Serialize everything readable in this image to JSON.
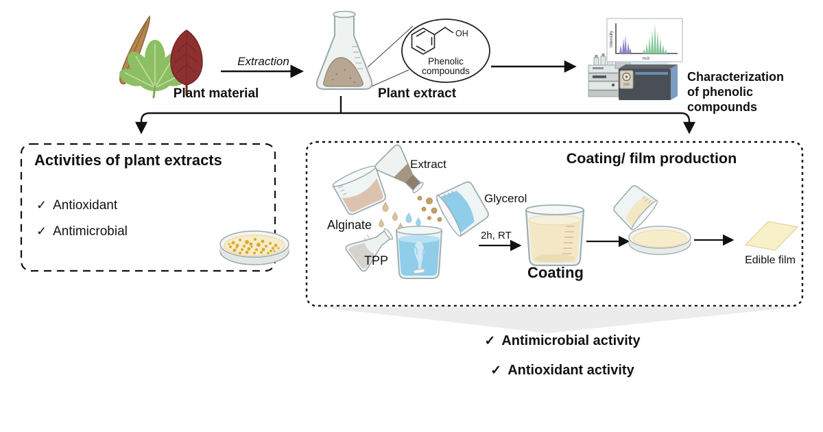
{
  "top_row": {
    "plant_material": "Plant material",
    "extraction": "Extraction",
    "plant_extract": "Plant extract",
    "phenolic_line1": "Phenolic",
    "phenolic_line2": "compounds",
    "oh": "OH",
    "characterization_line1": "Characterization",
    "characterization_line2": "of phenolic",
    "characterization_line3": "compounds",
    "spectrum_ylabel": "Intensity",
    "spectrum_xlabel": "m/z"
  },
  "activities_box": {
    "title": "Activities of plant extracts",
    "items": [
      {
        "icon": "✓",
        "label": "Antioxidant"
      },
      {
        "icon": "✓",
        "label": "Antimicrobial"
      }
    ]
  },
  "coating_box": {
    "title": "Coating/ film production",
    "extract_label": "Extract",
    "alginate_label": "Alginate",
    "glycerol_label": "Glycerol",
    "tpp_label": "TPP",
    "condition_label": "2h, RT",
    "coating_label": "Coating",
    "edible_film_label": "Edible film"
  },
  "film_activities": {
    "items": [
      {
        "icon": "✓",
        "label": "Antimicrobial activity"
      },
      {
        "icon": "✓",
        "label": "Antioxidant activity"
      }
    ]
  },
  "colors": {
    "leaf_brown": "#b3874f",
    "leaf_green": "#8cbf63",
    "leaf_red": "#8e3030",
    "blue_liquid": "#8fcdea",
    "coating_liquid": "#f3e7c6",
    "alginate_liquid": "#dcc3b0",
    "tpp_liquid": "#d6d3cf",
    "colony_gold": "#d9ab33",
    "spectrum_purple": "#8a84c6",
    "spectrum_green": "#84c79c",
    "funnel_gray": "#ececec"
  }
}
